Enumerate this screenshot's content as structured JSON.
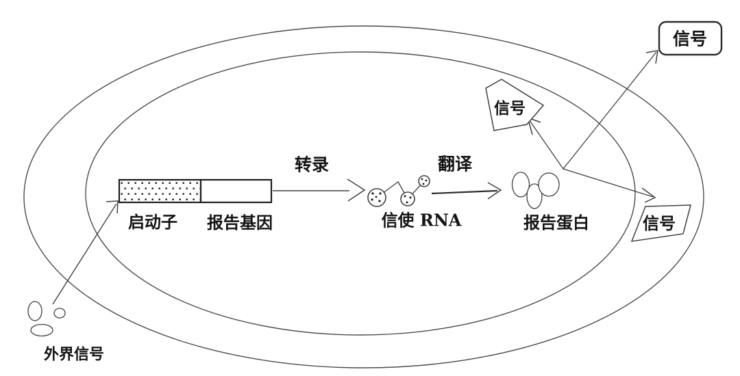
{
  "labels": {
    "transcription": "转录",
    "translation": "翻译",
    "promoter": "启动子",
    "reporter_gene": "报告基因",
    "messenger_rna": "信使 RNA",
    "reporter_protein": "报告蛋白",
    "signal_inside_cell": "信号",
    "signal_outside_cell": "信号",
    "signal_in_membrane": "信号",
    "external_signal": "外界信号"
  },
  "colors": {
    "background": "#ffffff",
    "line": "#4a4a4a",
    "shape_outline": "#2a2a2a",
    "text": "#141414"
  }
}
